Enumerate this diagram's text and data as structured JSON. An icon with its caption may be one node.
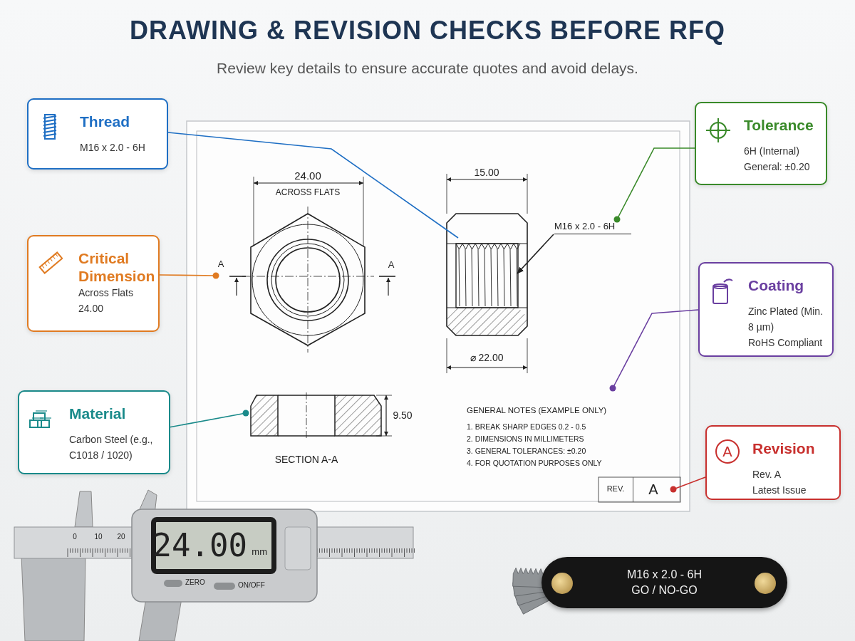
{
  "diagram": {
    "title": "DRAWING & REVISION CHECKS BEFORE RFQ",
    "nodes": [
      {
        "text": [
          "Thread",
          "M16 x 2.0 - 6H"
        ]
      },
      {
        "text": [
          "Tolerance",
          "6H (Internal)",
          "General: ±0.20"
        ]
      },
      {
        "text": [
          "Critical Dimension",
          "Across Flats 24.00"
        ]
      },
      {
        "text": [
          "Coating",
          "Zinc Plated (Min. 8 µm)",
          "RoHS Compliant"
        ]
      },
      {
        "text": [
          "Material",
          "Carbon Steel (e.g., C1018 / 1020)"
        ]
      },
      {
        "text": [
          "A",
          "Revision",
          "Rev. A",
          "Latest Issue"
        ]
      },
      {
        "text": [],
        "shape": "picture"
      },
      {
        "text": [],
        "shape": "picture"
      },
      {
        "text": [
          "A"
        ],
        "beside": [
          "REV."
        ]
      },
      {
        "text": [
          "M16 x 2.0 - 6H"
        ]
      },
      {
        "text": [
          "M16 x 2.0 - 6H",
          "GO / NO-GO"
        ]
      },
      {
        "text": [
          "24.00",
          "mm"
        ]
      },
      {
        "text": [
          "A"
        ]
      }
    ],
    "edges": [
      {
        "from": 0,
        "to": 6,
        "arrow": "none",
        "color": "#1f6fc4"
      },
      {
        "from": 1,
        "to": 9,
        "arrow": "other",
        "color": "#3a8a2a"
      },
      {
        "from": 2,
        "to": 12,
        "arrow": "other",
        "color": "#e07b22"
      },
      {
        "from": 3,
        "to": null,
        "arrow": "other",
        "color": "#6a3fa0"
      },
      {
        "from": 4,
        "to": 7,
        "arrow": "other",
        "color": "#1a8a8a"
      },
      {
        "from": 5,
        "to": 8,
        "arrow": "other",
        "color": "#c8302e"
      },
      {
        "from": 9,
        "to": 6,
        "arrow": "to",
        "color": "#222222"
      }
    ],
    "labels": [
      "Review key details to ensure accurate quotes and avoid delays.",
      "24.00",
      "ACROSS FLATS",
      "15.00",
      "A",
      "⌀ 22.00",
      "9.50",
      "SECTION A-A",
      "GENERAL NOTES (EXAMPLE ONLY)",
      "1.  BREAK SHARP EDGES 0.2 - 0.5",
      "2.  DIMENSIONS IN MILLIMETERS",
      "3.  GENERAL TOLERANCES: ±0.20",
      "4.  FOR QUOTATION PURPOSES ONLY",
      "0",
      "10",
      "20",
      "ZERO",
      "ON/OFF"
    ]
  }
}
